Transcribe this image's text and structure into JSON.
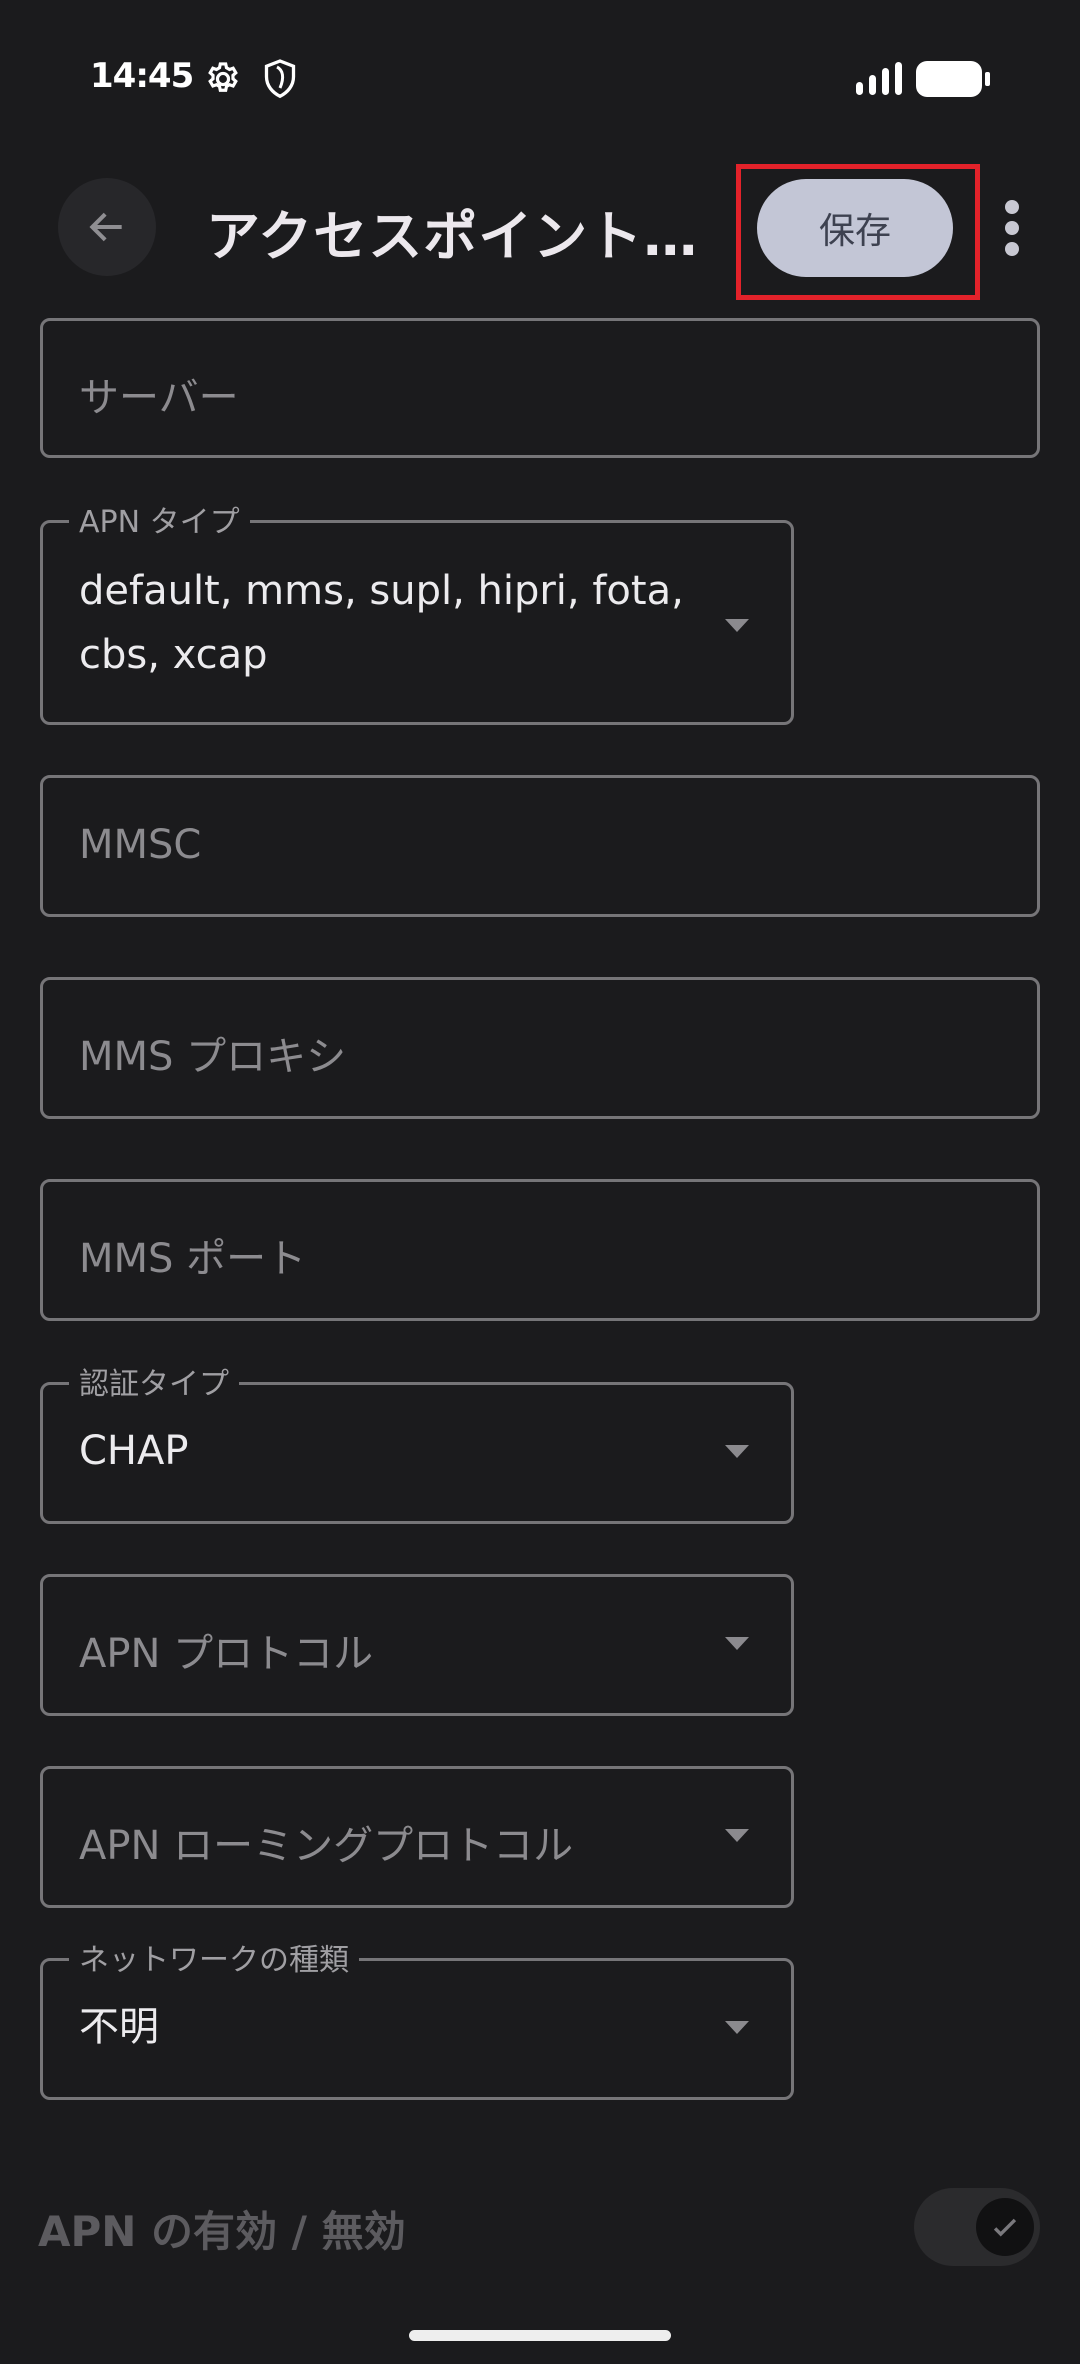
{
  "status_bar": {
    "time": "14:45",
    "icons": [
      "gear-icon",
      "shield-icon",
      "signal-icon",
      "battery-icon"
    ]
  },
  "app_bar": {
    "back_icon": "arrow-back-icon",
    "title": "アクセスポイント…",
    "save_label": "保存",
    "more_icon": "more-vert-icon"
  },
  "fields": {
    "server": {
      "placeholder": "サーバー",
      "value": ""
    },
    "apn_type": {
      "label": "APN タイプ",
      "value": "default, mms, supl, hipri, fota, cbs, xcap"
    },
    "mmsc": {
      "placeholder": "MMSC",
      "value": ""
    },
    "mms_proxy": {
      "placeholder": "MMS プロキシ",
      "value": ""
    },
    "mms_port": {
      "placeholder": "MMS ポート",
      "value": ""
    },
    "auth_type": {
      "label": "認証タイプ",
      "value": "CHAP"
    },
    "apn_protocol": {
      "placeholder": "APN プロトコル",
      "value": ""
    },
    "apn_roaming_protocol": {
      "placeholder": "APN ローミングプロトコル",
      "value": ""
    },
    "network_type": {
      "label": "ネットワークの種類",
      "value": "不明"
    }
  },
  "apn_toggle": {
    "label": "APN の有効 / 無効",
    "checked": true
  },
  "colors": {
    "background": "#1b1b1d",
    "save_button_bg": "#c3c6d6",
    "highlight_border": "#e3222a",
    "field_border": "#767578"
  }
}
